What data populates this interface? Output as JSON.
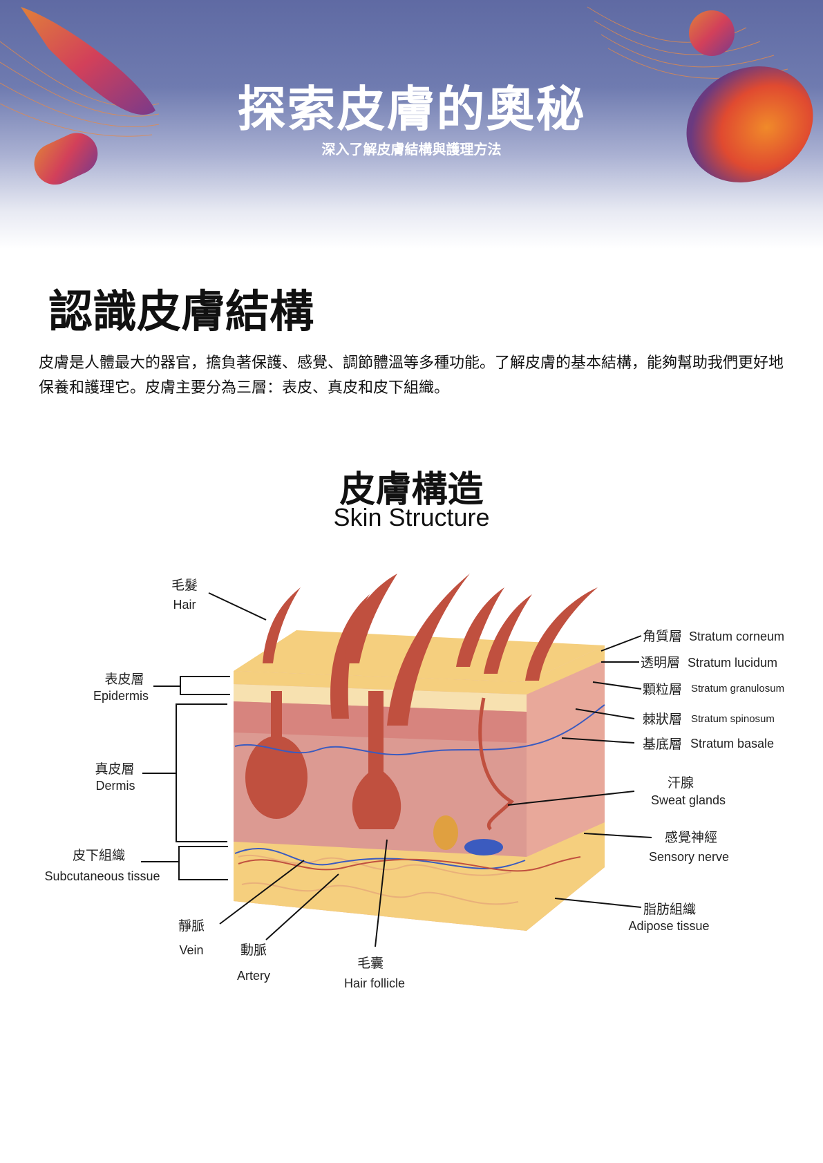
{
  "header": {
    "title": "探索皮膚的奧秘",
    "subtitle": "深入了解皮膚結構與護理方法"
  },
  "section": {
    "heading": "認識皮膚結構",
    "paragraph": "皮膚是人體最大的器官，擔負著保護、感覺、調節體溫等多種功能。了解皮膚的基本結構，能夠幫助我們更好地保養和護理它。皮膚主要分為三層：表皮、真皮和皮下組織。"
  },
  "diagram": {
    "title": "皮膚構造",
    "subtitle": "Skin Structure",
    "labels": {
      "hair": {
        "zh": "毛髮",
        "en": "Hair"
      },
      "epidermis": {
        "zh": "表皮層",
        "en": "Epidermis"
      },
      "dermis": {
        "zh": "真皮層",
        "en": "Dermis"
      },
      "subcutaneous": {
        "zh": "皮下組織",
        "en": "Subcutaneous tissue"
      },
      "vein": {
        "zh": "靜脈",
        "en": "Vein"
      },
      "artery": {
        "zh": "動脈",
        "en": "Artery"
      },
      "follicle": {
        "zh": "毛囊",
        "en": "Hair follicle"
      },
      "corneum": {
        "zh": "角質層",
        "en": "Stratum corneum"
      },
      "lucidum": {
        "zh": "透明層",
        "en": "Stratum lucidum"
      },
      "granulosum": {
        "zh": "顆粒層",
        "en": "Stratum granulosum"
      },
      "spinosum": {
        "zh": "棘狀層",
        "en": "Stratum spinosum"
      },
      "basale": {
        "zh": "基底層",
        "en": "Stratum basale"
      },
      "sweat": {
        "zh": "汗腺",
        "en": "Sweat glands"
      },
      "nerve": {
        "zh": "感覺神經",
        "en": "Sensory nerve"
      },
      "adipose": {
        "zh": "脂肪組織",
        "en": "Adipose tissue"
      }
    }
  },
  "colors": {
    "hero_top": "#5f6aa3",
    "skin_yellow": "#f5cf7e",
    "dermis_pink": "#dc9a92",
    "hair_red": "#c0503f",
    "vein_blue": "#3b5bbf"
  }
}
